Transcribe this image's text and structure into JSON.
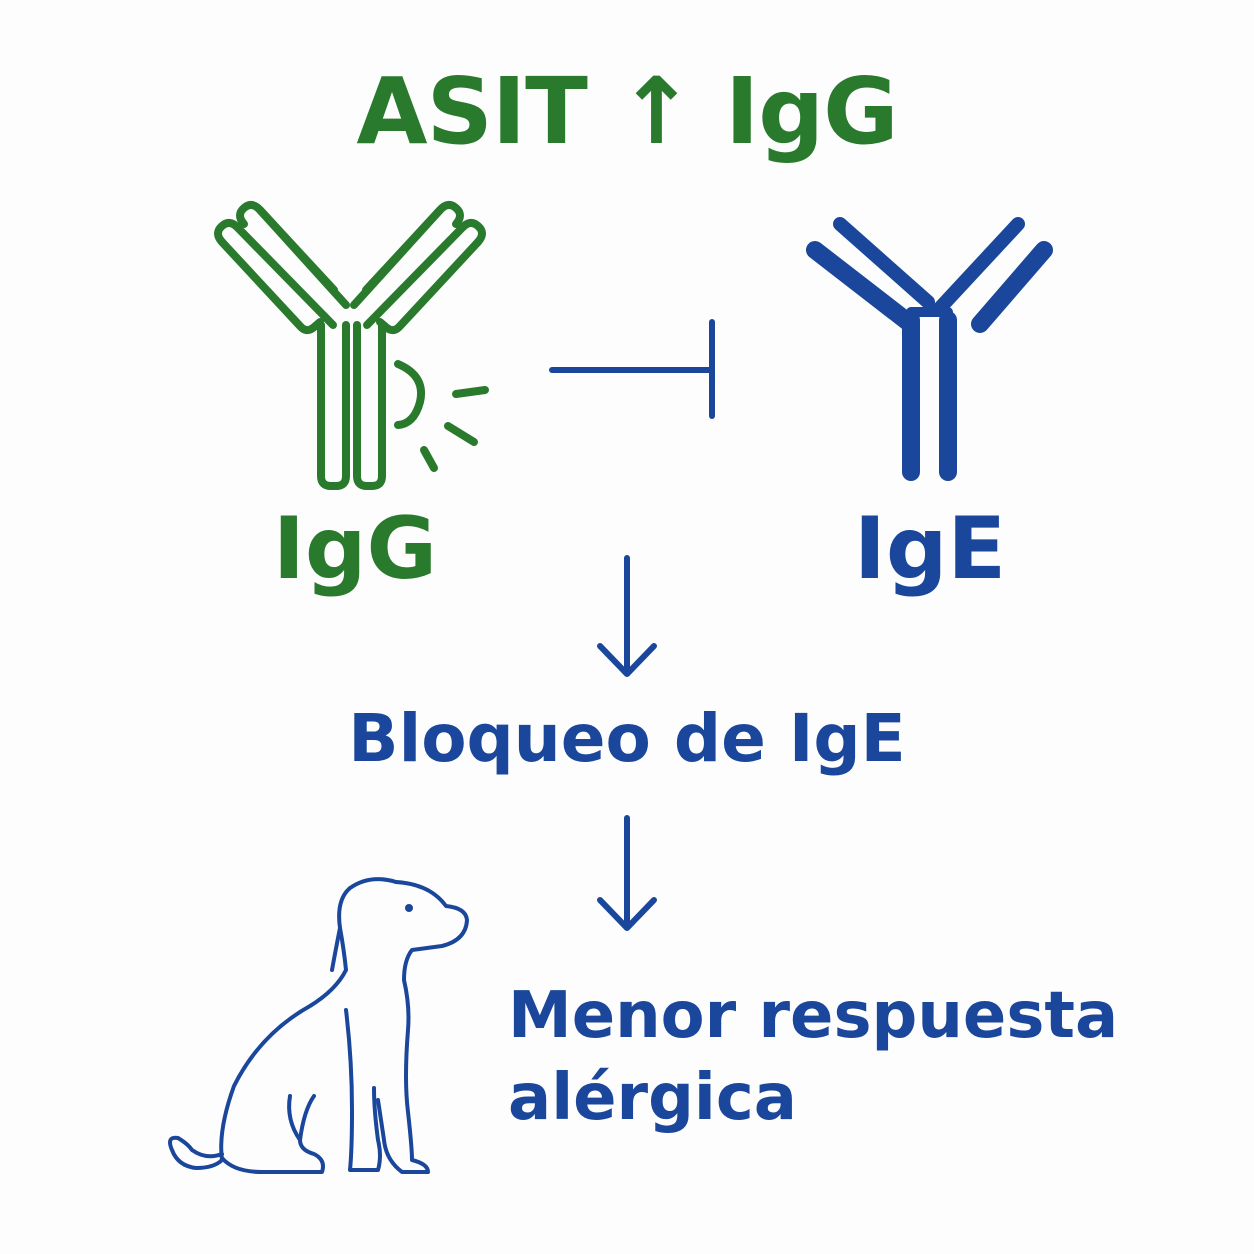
{
  "title": "ASIT ↑ IgG",
  "antibodies": {
    "left_label": "IgG",
    "right_label": "IgE"
  },
  "outcome": {
    "block_label": "Bloqueo de IgE",
    "result_line1": "Menor respuesta",
    "result_line2": "alérgica"
  },
  "icons": {
    "left_antibody": "antibody-y-icon",
    "right_antibody": "antibody-y-icon",
    "inhibition": "inhibition-arrow-icon",
    "down_arrow": "arrow-down-icon",
    "dog": "sitting-dog-icon"
  },
  "colors": {
    "green": "#2a7a2e",
    "blue": "#1a479b"
  }
}
